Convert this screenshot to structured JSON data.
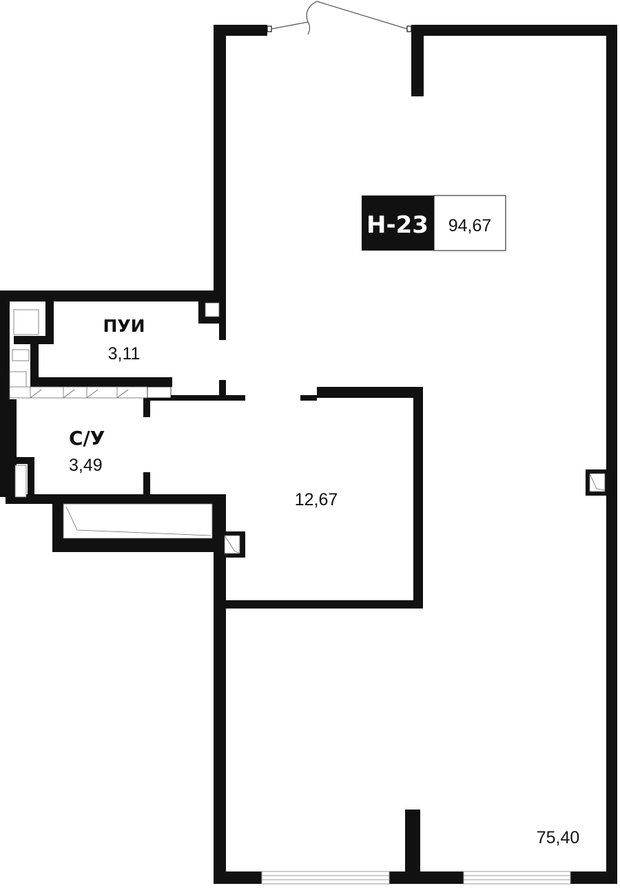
{
  "unit": {
    "code": "Н-23",
    "total_area": "94,67"
  },
  "rooms": {
    "storage": {
      "name": "ПУИ",
      "area": "3,11"
    },
    "bathroom": {
      "name": "С/У",
      "area": "3,49"
    },
    "middle_room": {
      "area": "12,67"
    },
    "main_hall": {
      "area": "75,40"
    }
  },
  "colors": {
    "wall": "#111111",
    "background": "#ffffff",
    "badge_dark": "#111111",
    "badge_light": "#ffffff",
    "window_line": "#9a9a9a"
  }
}
